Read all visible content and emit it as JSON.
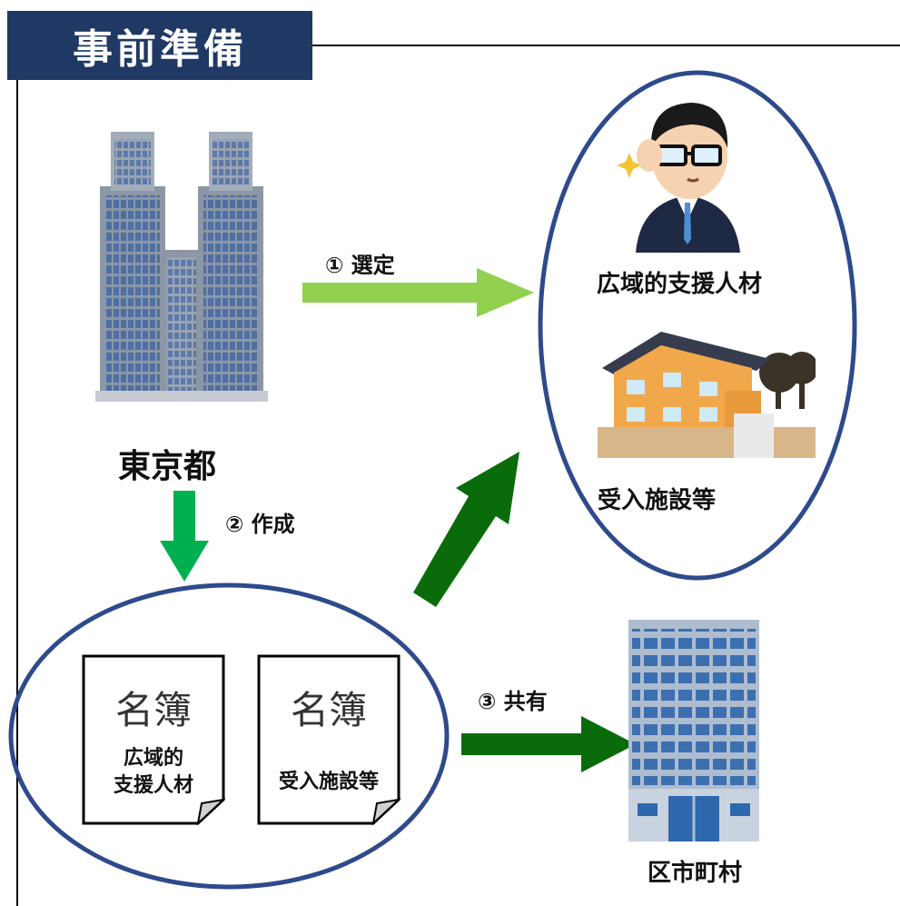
{
  "header": {
    "title": "事前準備"
  },
  "actors": {
    "tokyo": "東京都",
    "wide_area_staff": "広域的支援人材",
    "facility": "受入施設等",
    "municipality": "区市町村"
  },
  "steps": [
    {
      "label": "① 選定"
    },
    {
      "label": "② 作成"
    },
    {
      "label": "③ 共有"
    }
  ],
  "documents": [
    {
      "title": "名簿",
      "subtitle_line1": "広域的",
      "subtitle_line2": "支援人材"
    },
    {
      "title": "名簿",
      "subtitle_line1": "受入施設等",
      "subtitle_line2": ""
    }
  ],
  "colors": {
    "title_bg": "#1f3864",
    "ellipse_stroke": "#2e4a8c",
    "arrow_light_green": "#92d050",
    "arrow_green": "#00b050",
    "arrow_dark_green": "#0a6b0a"
  }
}
